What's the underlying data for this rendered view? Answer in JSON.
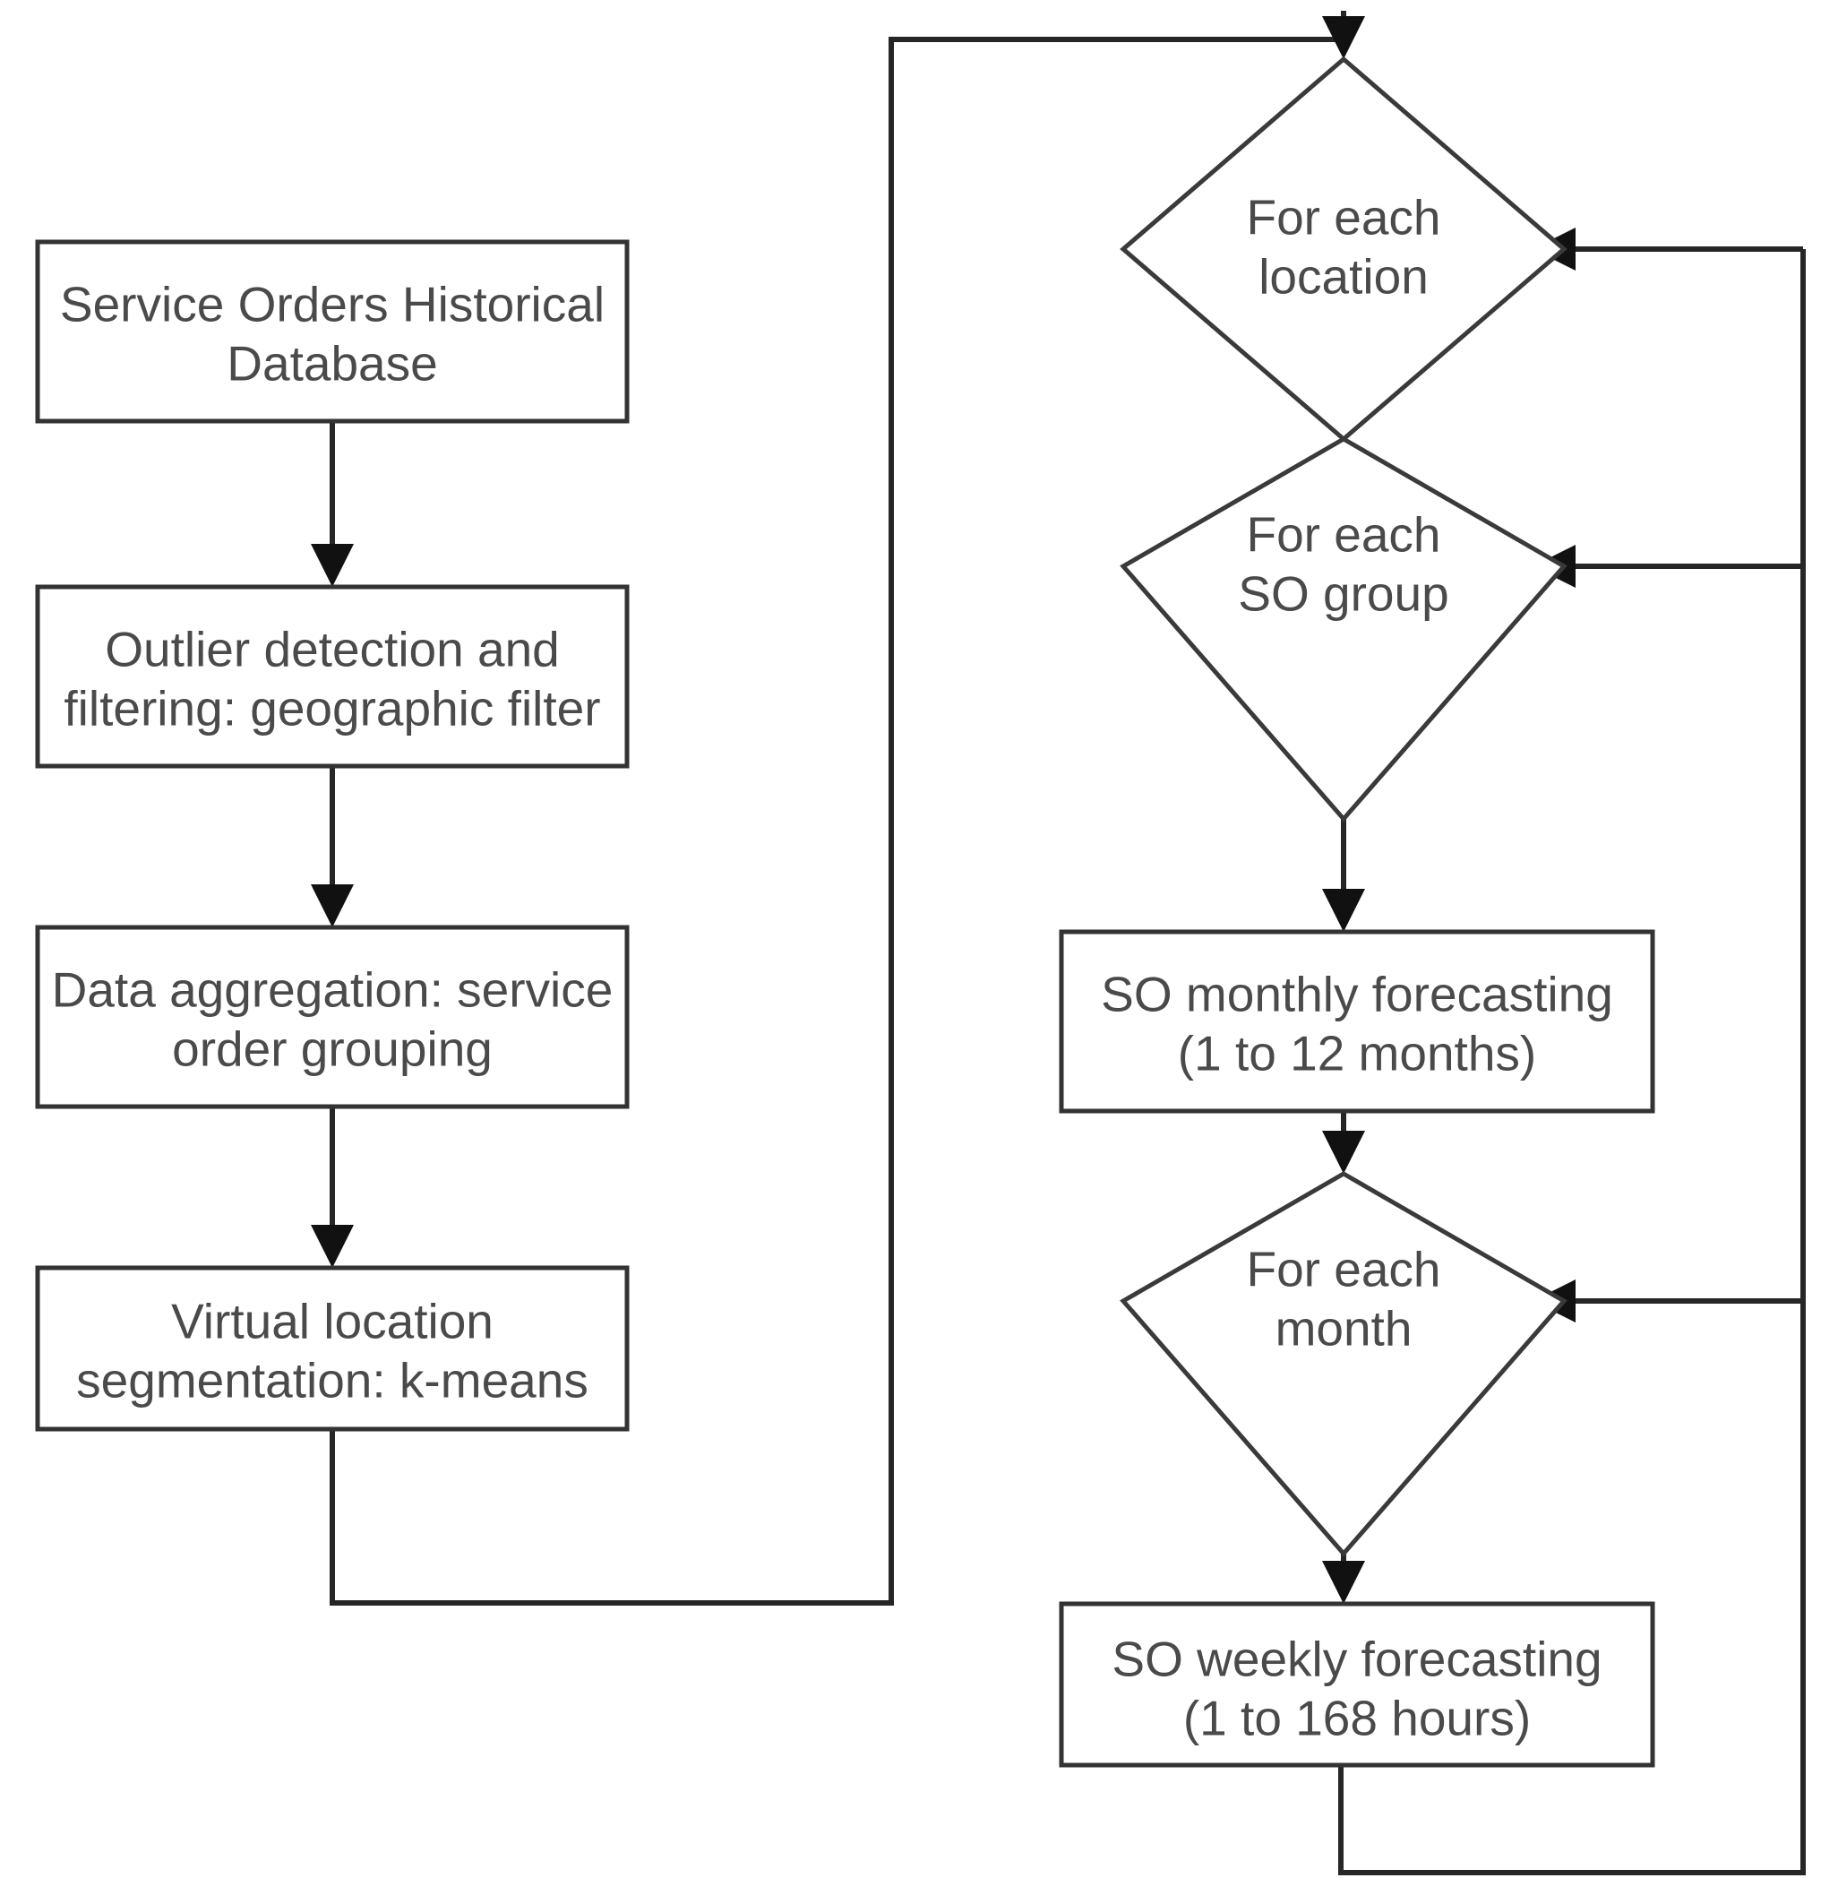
{
  "diagram": {
    "title": "Service Orders Forecasting Pipeline Flowchart",
    "background_color": "#ffffff",
    "node_stroke_color": "#333333",
    "node_fill_color": "#ffffff",
    "text_color": "#4a4a4a",
    "edge_color": "#262626"
  },
  "nodes": {
    "source_database": {
      "shape": "process",
      "line1": "Service Orders Historical",
      "line2": "Database"
    },
    "outlier_filter": {
      "shape": "process",
      "line1": "Outlier detection and",
      "line2": "filtering: geographic filter"
    },
    "data_aggregation": {
      "shape": "process",
      "line1": "Data aggregation: service",
      "line2": "order grouping"
    },
    "location_segmentation": {
      "shape": "process",
      "line1": "Virtual location",
      "line2": "segmentation: k-means"
    },
    "loop_location": {
      "shape": "decision",
      "line1": "For each",
      "line2": "location"
    },
    "loop_so_group": {
      "shape": "decision",
      "line1": "For each",
      "line2": "SO group"
    },
    "monthly_forecast": {
      "shape": "process",
      "line1": "SO monthly forecasting",
      "line2": "(1 to 12 months)"
    },
    "loop_month": {
      "shape": "decision",
      "line1": "For each",
      "line2": "month"
    },
    "weekly_forecast": {
      "shape": "process",
      "line1": "SO weekly forecasting",
      "line2": "(1 to 168 hours)"
    }
  },
  "edges": [
    {
      "from": "source_database",
      "to": "outlier_filter",
      "label": ""
    },
    {
      "from": "outlier_filter",
      "to": "data_aggregation",
      "label": ""
    },
    {
      "from": "data_aggregation",
      "to": "location_segmentation",
      "label": ""
    },
    {
      "from": "location_segmentation",
      "to": "loop_location",
      "label": ""
    },
    {
      "from": "loop_location",
      "to": "loop_so_group",
      "label": ""
    },
    {
      "from": "loop_so_group",
      "to": "monthly_forecast",
      "label": ""
    },
    {
      "from": "monthly_forecast",
      "to": "loop_month",
      "label": ""
    },
    {
      "from": "loop_month",
      "to": "weekly_forecast",
      "label": ""
    },
    {
      "from": "weekly_forecast",
      "to": "loop_location",
      "label": ""
    },
    {
      "from": "weekly_forecast",
      "to": "loop_so_group",
      "label": ""
    },
    {
      "from": "weekly_forecast",
      "to": "loop_month",
      "label": ""
    }
  ]
}
